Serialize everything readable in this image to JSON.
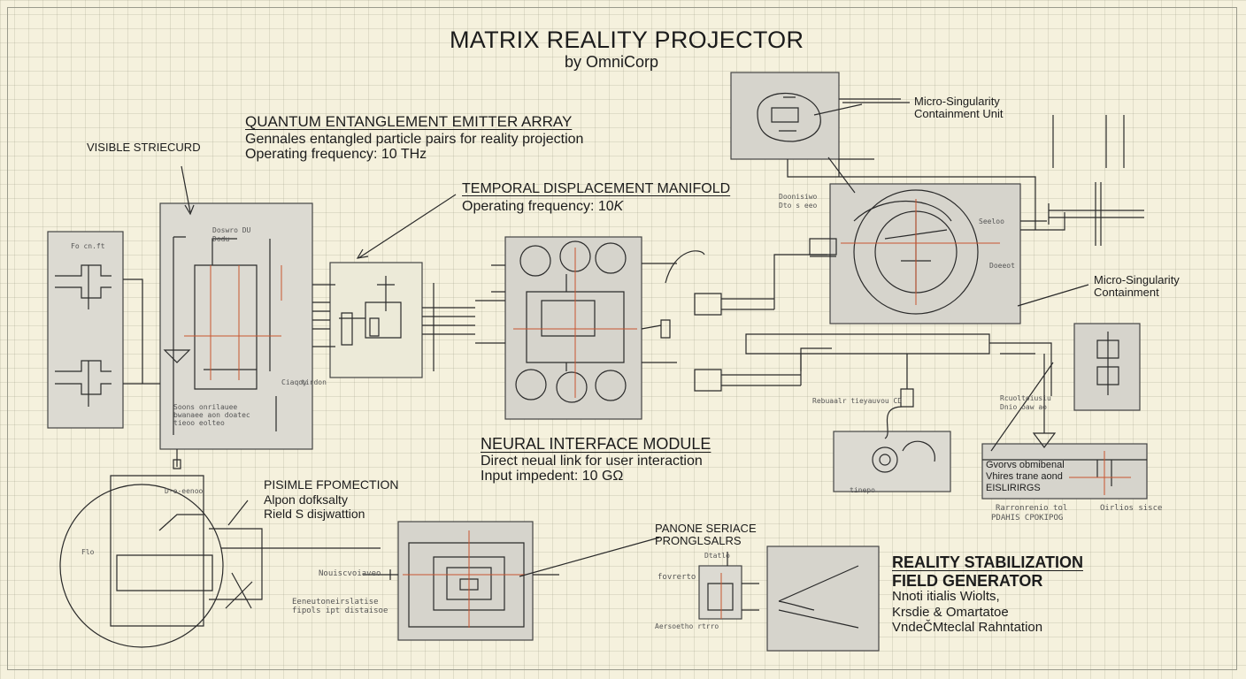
{
  "header": {
    "title": "MATRIX REALITY PROJECTOR",
    "subtitle": "by OmniCorp"
  },
  "labels": {
    "visible_structure": "VISIBLE STRIECURD",
    "qee_title": "QUANTUM ENTANGLEMENT EMITTER ARRAY",
    "qee_line1": "Gennales entangled particle pairs for reality projection",
    "qee_line2": "Operating frequency: 10 THz",
    "tdm_title": "TEMPORAL DISPLACEMENT MANIFOLD",
    "tdm_line1": "Operating frequency: 10",
    "tdm_unit": "K",
    "msc_top_line1": "Micro-Singularity",
    "msc_top_line2": "Containment Unit",
    "msc_right_line1": "Micro-Singularity",
    "msc_right_line2": "Containment",
    "nim_title": "NEURAL INTERFACE MODULE",
    "nim_line1": "Direct neual link for user interaction",
    "nim_line2": "Input impedent: 10 GΩ",
    "pp_title": "PISIMLE FPOMECTION",
    "pp_line1": "Alpon dofksalty",
    "pp_line2": "Rield S disjwattion",
    "ps_line1": "PANONE SERIACE",
    "ps_line2": "PRONGLSALRS",
    "rs_title1": "REALITY STABILIZATION",
    "rs_title2": "FIELD GENERATOR",
    "rs_line1": "Nnoti itialis Wiolts,",
    "rs_line2": "Krsdie & Omartatoe",
    "rs_line3": "VndeČMteclal Rahntation",
    "sm_line1": "Gvorvs obmibenal",
    "sm_line2": "Vhires trane aond",
    "sm_line3": "EISLIRIRGS",
    "sm_cap1": "Rarronrenio tol",
    "sm_cap2": "PDAHIS CPOKIPOG",
    "sm_cap3": "Oirlios sisce",
    "left_note1": "Soons onrilauee",
    "left_note2": "bwanaee aon doatec",
    "left_note3": "tieoo eolteo",
    "circuit_note1": "Eeneutoneirslatise",
    "circuit_note2": "fipols ipt distaisoe",
    "circuit_label": "Nouiscvoiaveo",
    "right_small1": "Rebuaalr tieyauvou CD",
    "right_small2": "Rcuoltoiusiu",
    "right_small3": "Dnio oaw ao",
    "ps_small": "fovrerto",
    "ps_small2": "Aersoetho rtrro"
  },
  "tiny_text": {
    "t1": "Fo cn.ft",
    "t2": "Doswro DU",
    "t3": "Dodu",
    "t4": "Ciaqoy",
    "t5": "tirdon",
    "t6": "Doonisiwo",
    "t7": "Dto s eeo",
    "t8": "Seeloo",
    "t9": "Doeeot",
    "t10": "Flo",
    "t11": "D-e-eenoo",
    "t12": "Dtatlo",
    "t13": "tinepo"
  },
  "colors": {
    "paper": "#f5f1dd",
    "ink": "#1c1c1c",
    "panel": "#dddbd3",
    "accent": "#c8552f"
  }
}
